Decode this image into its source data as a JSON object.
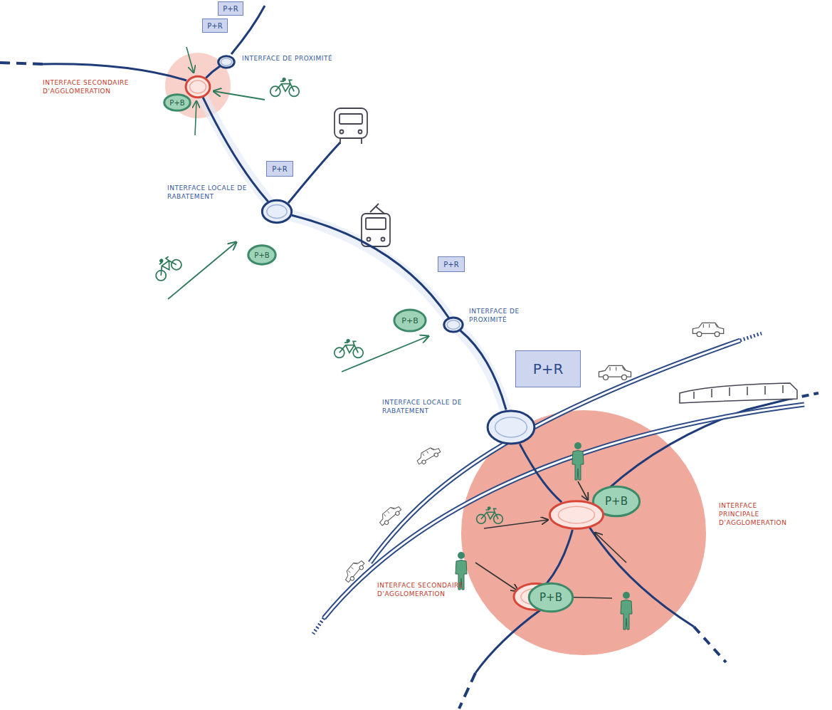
{
  "diagram": {
    "nodes": [
      {
        "text": [
          "P+R"
        ]
      },
      {
        "text": [
          "P+R"
        ]
      },
      {
        "text": [
          "INTERFACE DE PROXIMITÉ"
        ]
      },
      {
        "text": [
          "INTERFACE SECONDAIRE D'AGGLOMERATION"
        ]
      },
      {
        "text": [
          "P+B"
        ]
      },
      {
        "text": [
          "P+R"
        ]
      },
      {
        "text": [
          "INTERFACE LOCALE DE RABATEMENT"
        ]
      },
      {
        "text": [
          "P+B"
        ]
      },
      {
        "text": [
          "P+R"
        ]
      },
      {
        "text": [
          "INTERFACE DE PROXIMITÉ"
        ]
      },
      {
        "text": [
          "P+B"
        ]
      },
      {
        "text": [
          "P+R"
        ]
      },
      {
        "text": [
          "INTERFACE LOCALE DE RABATEMENT"
        ]
      },
      {
        "text": [
          "P+B"
        ]
      },
      {
        "text": [
          "INTERFACE PRINCIPALE D'AGGLOMERATION"
        ]
      },
      {
        "text": [
          "INTERFACE SECONDAIRE D'AGGLOMERATION"
        ]
      },
      {
        "text": [
          "P+B"
        ]
      }
    ],
    "edges": [
      {
        "from": 3,
        "to": 2,
        "arrow": "none"
      },
      {
        "from": 3,
        "to": 6,
        "arrow": "none"
      },
      {
        "from": 6,
        "to": 9,
        "arrow": "none"
      },
      {
        "from": 9,
        "to": 12,
        "arrow": "none"
      },
      {
        "from": 12,
        "to": 14,
        "arrow": "none"
      },
      {
        "from": 14,
        "to": 15,
        "arrow": "none"
      }
    ]
  }
}
